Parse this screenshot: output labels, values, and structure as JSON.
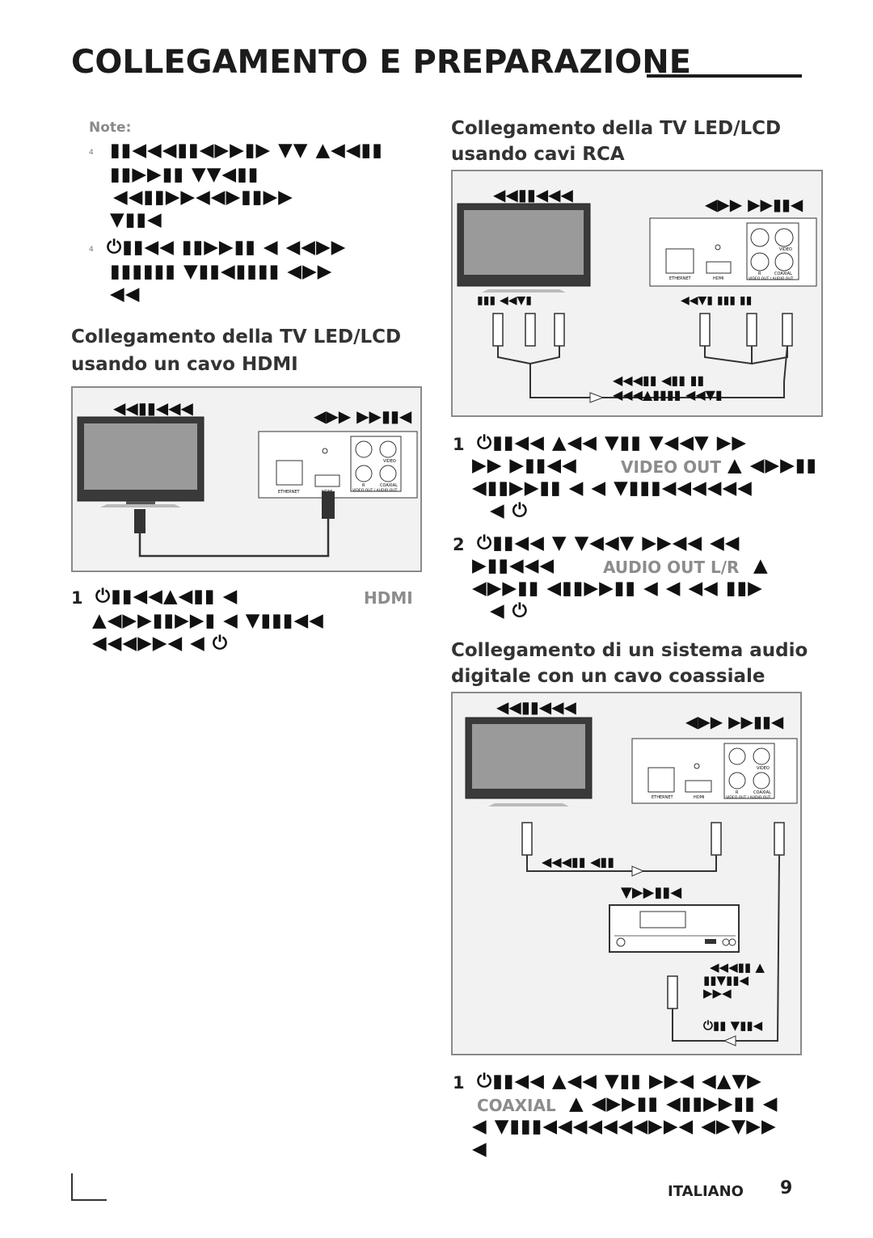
{
  "page": {
    "title": "COLLEGAMENTO E PREPARAZIONE",
    "footer_language": "ITALIANO",
    "footer_page": "9"
  },
  "notes": {
    "label": "Note:",
    "bullet": "4",
    "note1_lines": [
      "▮▮◀◀◀▮▮◀▶▶▮▶ ▼▼ ▲◀◀▮▮",
      "▮▮▶▶▮▮ ▼▼◀▮▮",
      "◀◀▮▮▶▶◀◀▶▮▮▶▶",
      "▼▮▮◀"
    ],
    "note2_lines": [
      "⏻▮▮◀◀ ▮▮▶▶▮▮ ◀ ◀◀▶▶",
      "▮▮▮▮▮▮ ▼▮▮◀▮▮▮▮ ◀▶▶",
      "◀◀"
    ]
  },
  "hdmi_section": {
    "heading_line1": "Collegamento della TV LED/LCD",
    "heading_line2": "usando un cavo HDMI",
    "diagram": {
      "label_tv": "◀◀▮▮◀◀◀",
      "label_player": "◀▶▶ ▶▶▮▮◀",
      "panel": {
        "ethernet": "ETHERNET",
        "hdmi": "HDMI",
        "video": "VIDEO",
        "r": "R",
        "coaxial": "COAXIAL",
        "out": "VIDEO OUT / AUDIO OUT"
      }
    },
    "step1": {
      "num": "1",
      "line1": "⏻▮▮◀◀▲◀▮▮ ◀",
      "keyword": "HDMI",
      "line2": "▲◀▶▶▮▮▶▶▮ ◀ ▼▮▮▮◀◀",
      "line3": "◀◀◀▶▶◀ ◀ ⏻"
    }
  },
  "rca_section": {
    "heading_line1": "Collegamento della TV LED/LCD",
    "heading_line2": "usando cavi RCA",
    "diagram": {
      "label_tv": "◀◀▮▮◀◀◀",
      "label_player": "◀▶▶ ▶▶▮▮◀",
      "label_tv_inputs": "▮▮▮ ◀◀▼▮",
      "label_player_outputs": "◀◀▼▮ ▮▮▮ ▮▮",
      "cable_label_line1": "◀◀◀▮▮ ◀▮▮ ▮▮",
      "cable_label_line2": "◀◀◀▲▮▮▮▮ ◀◀▼▮",
      "panel": {
        "ethernet": "ETHERNET",
        "hdmi": "HDMI",
        "video": "VIDEO",
        "r": "R",
        "coaxial": "COAXIAL",
        "out": "VIDEO OUT / AUDIO OUT"
      }
    },
    "step1": {
      "num": "1",
      "line1": "⏻▮▮◀◀ ▲◀◀ ▼▮▮ ▼◀◀▼ ▶▶",
      "line2_pre": "▶▶ ▶▮▮◀◀",
      "keyword": "VIDEO OUT",
      "line2_post": "▲ ◀▶▶▮▮",
      "line3": "◀▮▮▶▶▮▮ ◀ ◀ ▼▮▮▮◀◀◀◀◀◀",
      "line4": "◀ ⏻"
    },
    "step2": {
      "num": "2",
      "line1": "⏻▮▮◀◀ ▼ ▼◀◀▼ ▶▶◀◀ ◀◀",
      "line2_pre": "▶▮▮◀◀◀",
      "keyword": "AUDIO OUT L/R",
      "line2_post": "▲",
      "line3": "◀▶▶▮▮ ◀▮▮▶▶▮▮ ◀ ◀ ◀◀ ▮▮▶",
      "line4": "◀ ⏻"
    }
  },
  "coax_section": {
    "heading_line1": "Collegamento di un sistema audio",
    "heading_line2": "digitale con un cavo coassiale",
    "diagram": {
      "label_tv": "◀◀▮▮◀◀◀",
      "label_player": "◀▶▶ ▶▶▮▮◀",
      "label_cable_top": "◀◀◀▮▮ ◀▮▮",
      "label_amplifier": "▼▶▶▮▮◀",
      "label_coax_line1": "◀◀◀▮▮ ▲",
      "label_coax_line2": "▮▮▼▮▮◀",
      "label_coax_line3": "▶▶◀",
      "label_coax_cable": "⏻▮▮ ▼▮▮◀",
      "panel": {
        "ethernet": "ETHERNET",
        "hdmi": "HDMI",
        "video": "VIDEO",
        "r": "R",
        "coaxial": "COAXIAL",
        "out": "VIDEO OUT / AUDIO OUT"
      }
    },
    "step1": {
      "num": "1",
      "line1": "⏻▮▮◀◀ ▲◀◀ ▼▮▮ ▶▶◀ ◀▲▼▶",
      "keyword": "COAXIAL",
      "line2_post": "▲ ◀▶▶▮▮ ◀▮▮▶▶▮▮ ◀",
      "line3": "◀ ▼▮▮▮◀◀◀◀◀◀◀▶▶◀ ◀▶▼▶▶",
      "line4": "◀"
    }
  }
}
